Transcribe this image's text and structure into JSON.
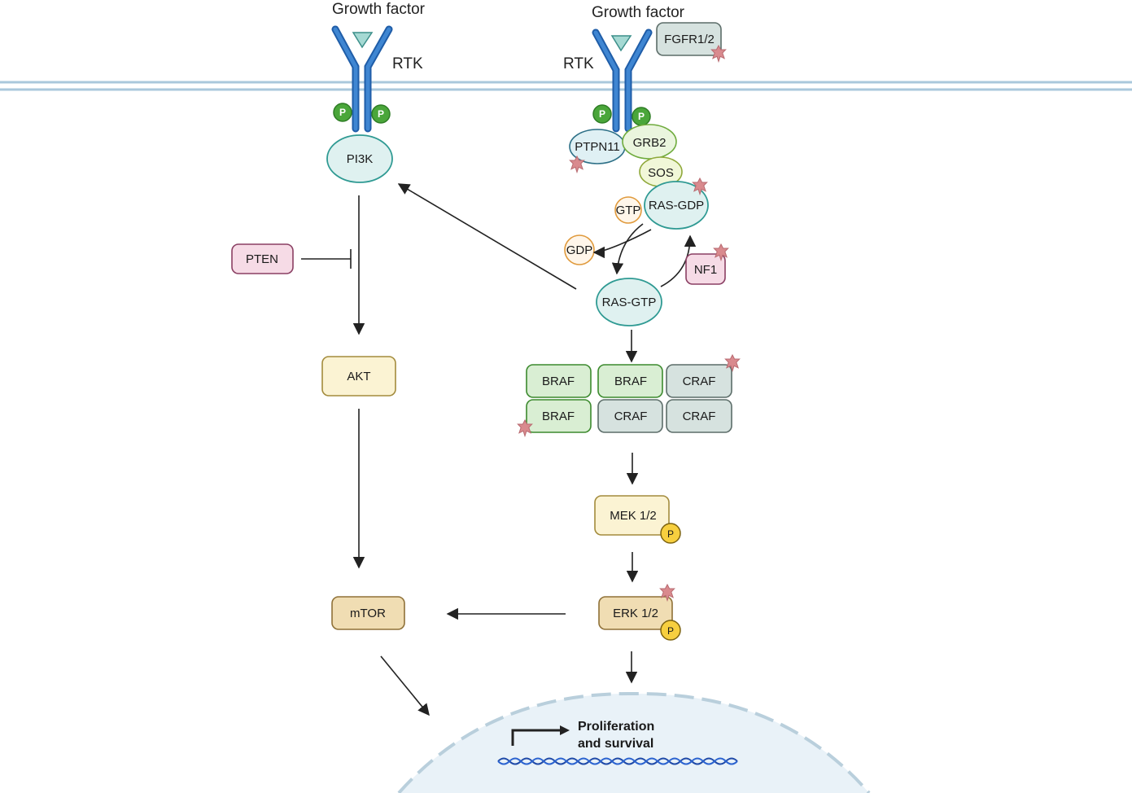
{
  "receptors": {
    "left": {
      "growth_factor": "Growth factor",
      "rtk": "RTK",
      "p1": "P",
      "p2": "P"
    },
    "right": {
      "growth_factor": "Growth factor",
      "rtk": "RTK",
      "p1": "P",
      "p2": "P",
      "fgfr": "FGFR1/2"
    }
  },
  "pi3k_pathway": {
    "pi3k": "PI3K",
    "pten": "PTEN",
    "akt": "AKT",
    "mtor": "mTOR"
  },
  "mapk_pathway": {
    "ptpn11": "PTPN11",
    "grb2": "GRB2",
    "sos": "SOS",
    "ras_gdp": "RAS-GDP",
    "gtp": "GTP",
    "gdp": "GDP",
    "nf1": "NF1",
    "ras_gtp": "RAS-GTP",
    "raf_dimers": [
      [
        "BRAF",
        "BRAF",
        "CRAF"
      ],
      [
        "BRAF",
        "CRAF",
        "CRAF"
      ]
    ],
    "mek": "MEK 1/2",
    "mek_p": "P",
    "erk": "ERK 1/2",
    "erk_p": "P"
  },
  "nucleus": {
    "outcome_line1": "Proliferation",
    "outcome_line2": "and survival"
  },
  "colors": {
    "receptor_blue": "#2e6db4",
    "phospho_green": "#4aa63a",
    "ras_teal_fill": "#dff1f0",
    "ras_teal_stroke": "#2f9a93",
    "pten_pink": "#f6dbe6",
    "braf_green": "#d9eed3",
    "craf_gray": "#d6e2df",
    "akt_yellow": "#fbf3d3",
    "mtor_tan": "#f0ddb3",
    "mutation_star": "#d98a8e",
    "nucleus_fill": "#e9f2f8"
  }
}
